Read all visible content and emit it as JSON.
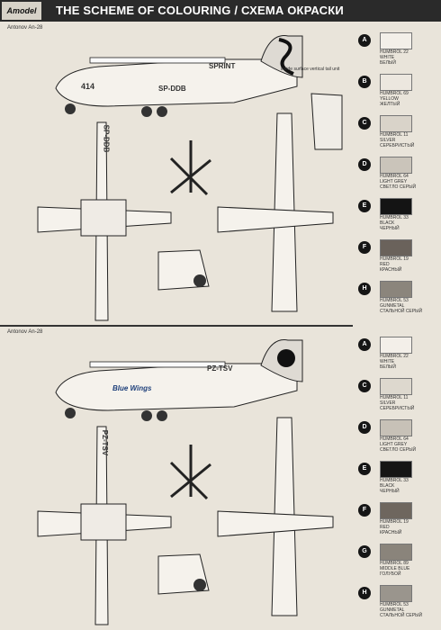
{
  "header": {
    "brand": "Amodel",
    "title": "THE SCHEME OF COLOURING / СХЕМА ОКРАСКИ"
  },
  "schemes": [
    {
      "label": "Antonov An-28",
      "registration": "SP-DDB",
      "tail_text": "SPRINT",
      "nose_number": "414",
      "note": "inside surface\nvertical tail unit"
    },
    {
      "label": "Antonov An-28",
      "registration": "PZ-TSV",
      "fuselage_text": "Blue Wings"
    }
  ],
  "palette1": [
    {
      "letter": "A",
      "name": "HUMBROL 22\nWHITE\nБЕЛЫЙ",
      "color": "#f3efe9"
    },
    {
      "letter": "B",
      "name": "HUMBROL 69\nYELLOW\nЖЕЛТЫЙ",
      "color": "#ece7df"
    },
    {
      "letter": "C",
      "name": "HUMBROL 11\nSILVER\nСЕРЕБРИСТЫЙ",
      "color": "#d9d3c9"
    },
    {
      "letter": "D",
      "name": "HUMBROL 64\nLIGHT GREY\nСВЕТЛО СЕРЫЙ",
      "color": "#cac4ba"
    },
    {
      "letter": "E",
      "name": "HUMBROL 33\nBLACK\nЧЕРНЫЙ",
      "color": "#141414"
    },
    {
      "letter": "F",
      "name": "HUMBROL 19\nRED\nКРАСНЫЙ",
      "color": "#6a625b"
    },
    {
      "letter": "H",
      "name": "HUMBROL 53\nGUNMETAL\nСТАЛЬНОЙ СЕРЫЙ",
      "color": "#8b857c"
    }
  ],
  "palette2": [
    {
      "letter": "A",
      "name": "HUMBROL 22\nWHITE\nБЕЛЫЙ",
      "color": "#f3efe9"
    },
    {
      "letter": "C",
      "name": "HUMBROL 11\nSILVER\nСЕРЕБРИСТЫЙ",
      "color": "#ddd8ce"
    },
    {
      "letter": "D",
      "name": "HUMBROL 64\nLIGHT GREY\nСВЕТЛО СЕРЫЙ",
      "color": "#c7c1b7"
    },
    {
      "letter": "E",
      "name": "HUMBROL 33\nBLACK\nЧЕРНЫЙ",
      "color": "#151515"
    },
    {
      "letter": "F",
      "name": "HUMBROL 19\nRED\nКРАСНЫЙ",
      "color": "#6e665e"
    },
    {
      "letter": "G",
      "name": "HUMBROL 89\nMIDDLE BLUE\nГОЛУБОЙ",
      "color": "#8a847b"
    },
    {
      "letter": "H",
      "name": "HUMBROL 53\nGUNMETAL\nСТАЛЬНОЙ СЕРЫЙ",
      "color": "#9a958d"
    }
  ]
}
